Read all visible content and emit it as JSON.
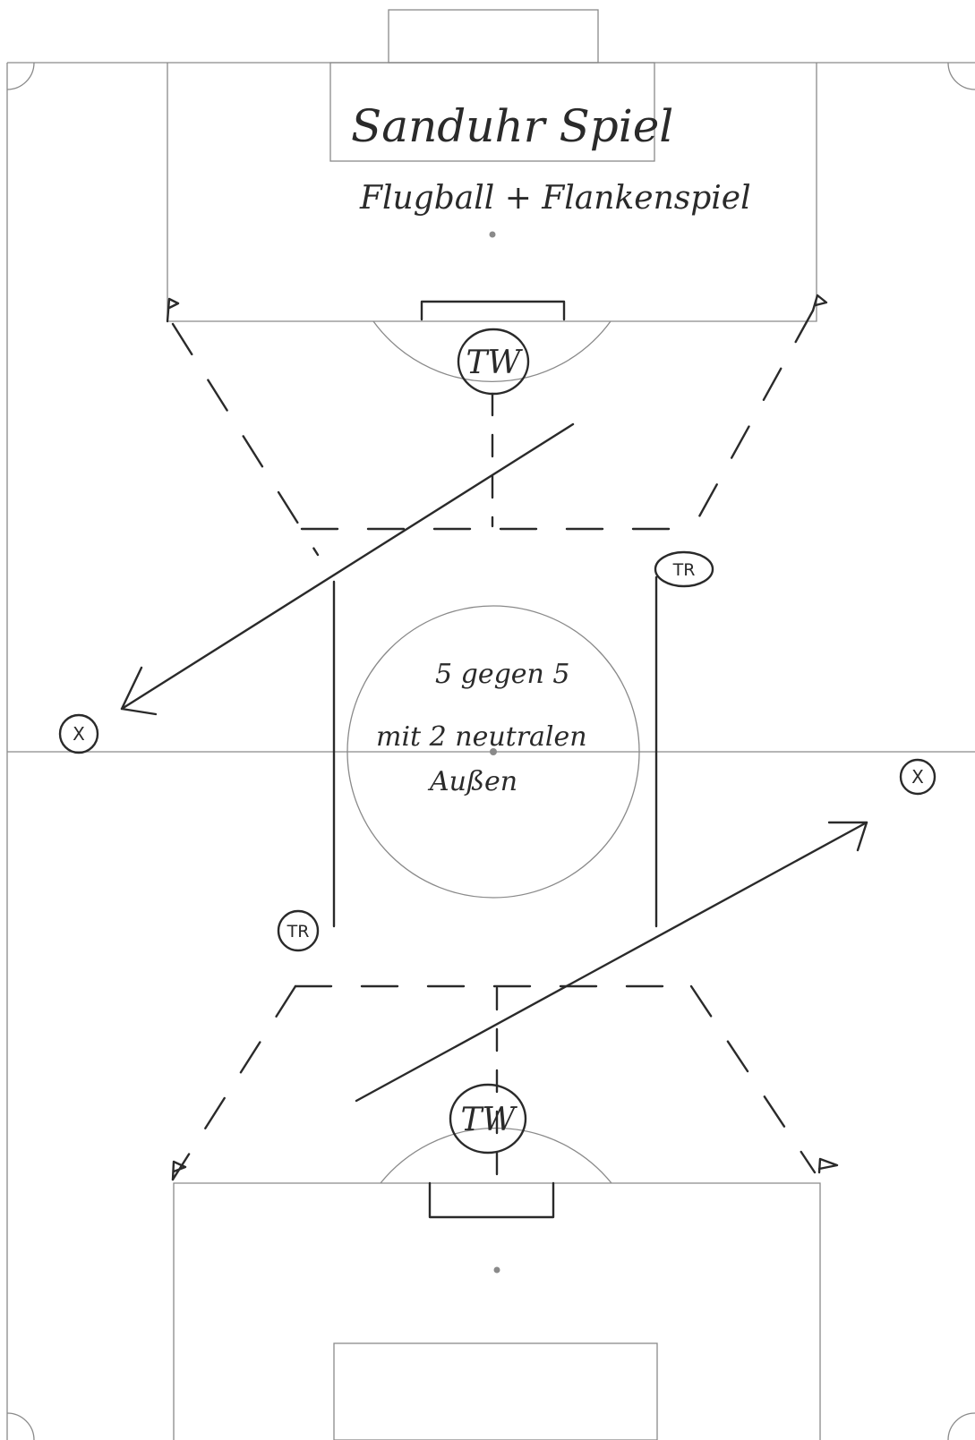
{
  "title": "Sanduhr Spiel",
  "subtitle": "Flugball + Flankenspiel",
  "center_note": {
    "line1": "5 gegen 5",
    "line2": "mit 2 neutralen",
    "line3": "Außen"
  },
  "tokens": {
    "goalkeeper_top": "TW",
    "goalkeeper_bottom": "TW",
    "trainer_right": "TR",
    "trainer_left": "TR",
    "marker_left": "X",
    "marker_right": "X"
  },
  "colors": {
    "field_lines": "#8a8a8a",
    "ink": "#2a2a2a",
    "background": "#ffffff"
  }
}
